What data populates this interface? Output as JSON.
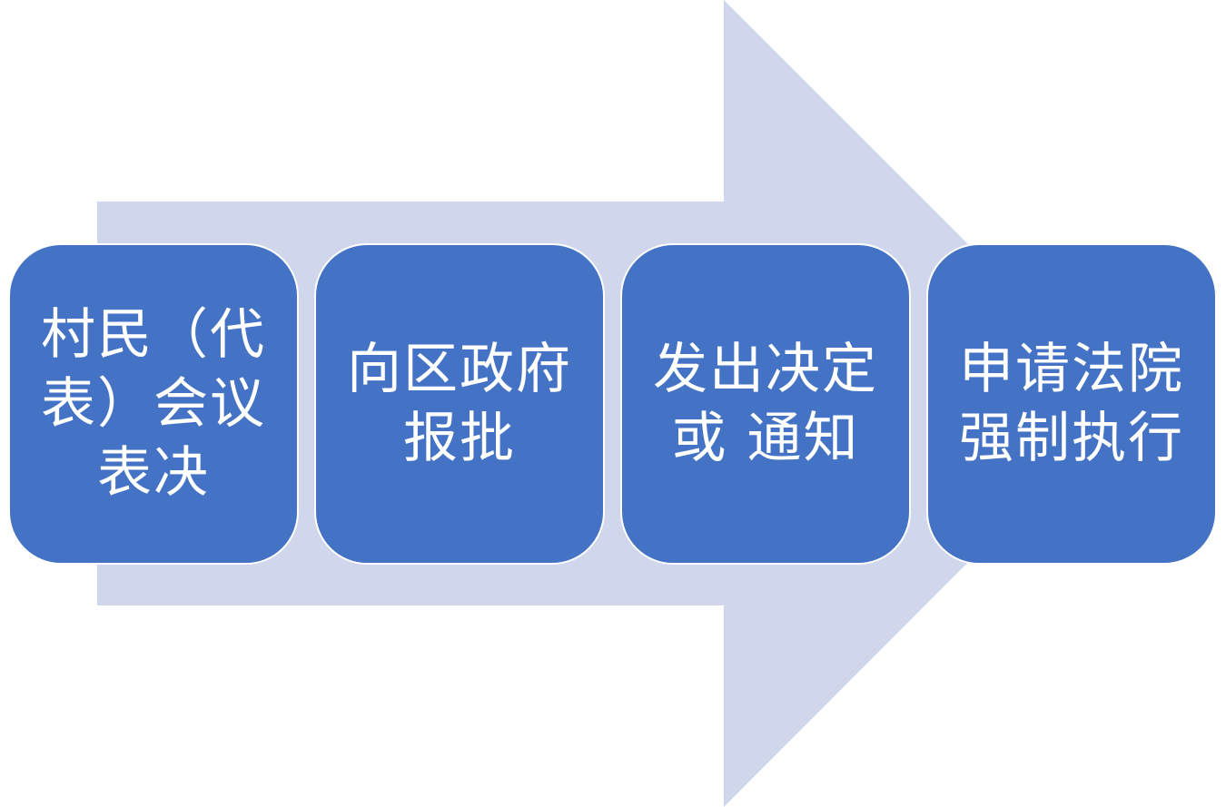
{
  "colors": {
    "arrow_fill": "#d0d6ec",
    "box_fill": "#4472c4",
    "box_border": "#ffffff",
    "text": "#ffffff"
  },
  "steps": [
    {
      "label": "村民（代\n表）会议\n表决"
    },
    {
      "label": "向区政府\n报批"
    },
    {
      "label": "发出决定\n或 通知"
    },
    {
      "label": "申请法院\n强制执行"
    }
  ]
}
